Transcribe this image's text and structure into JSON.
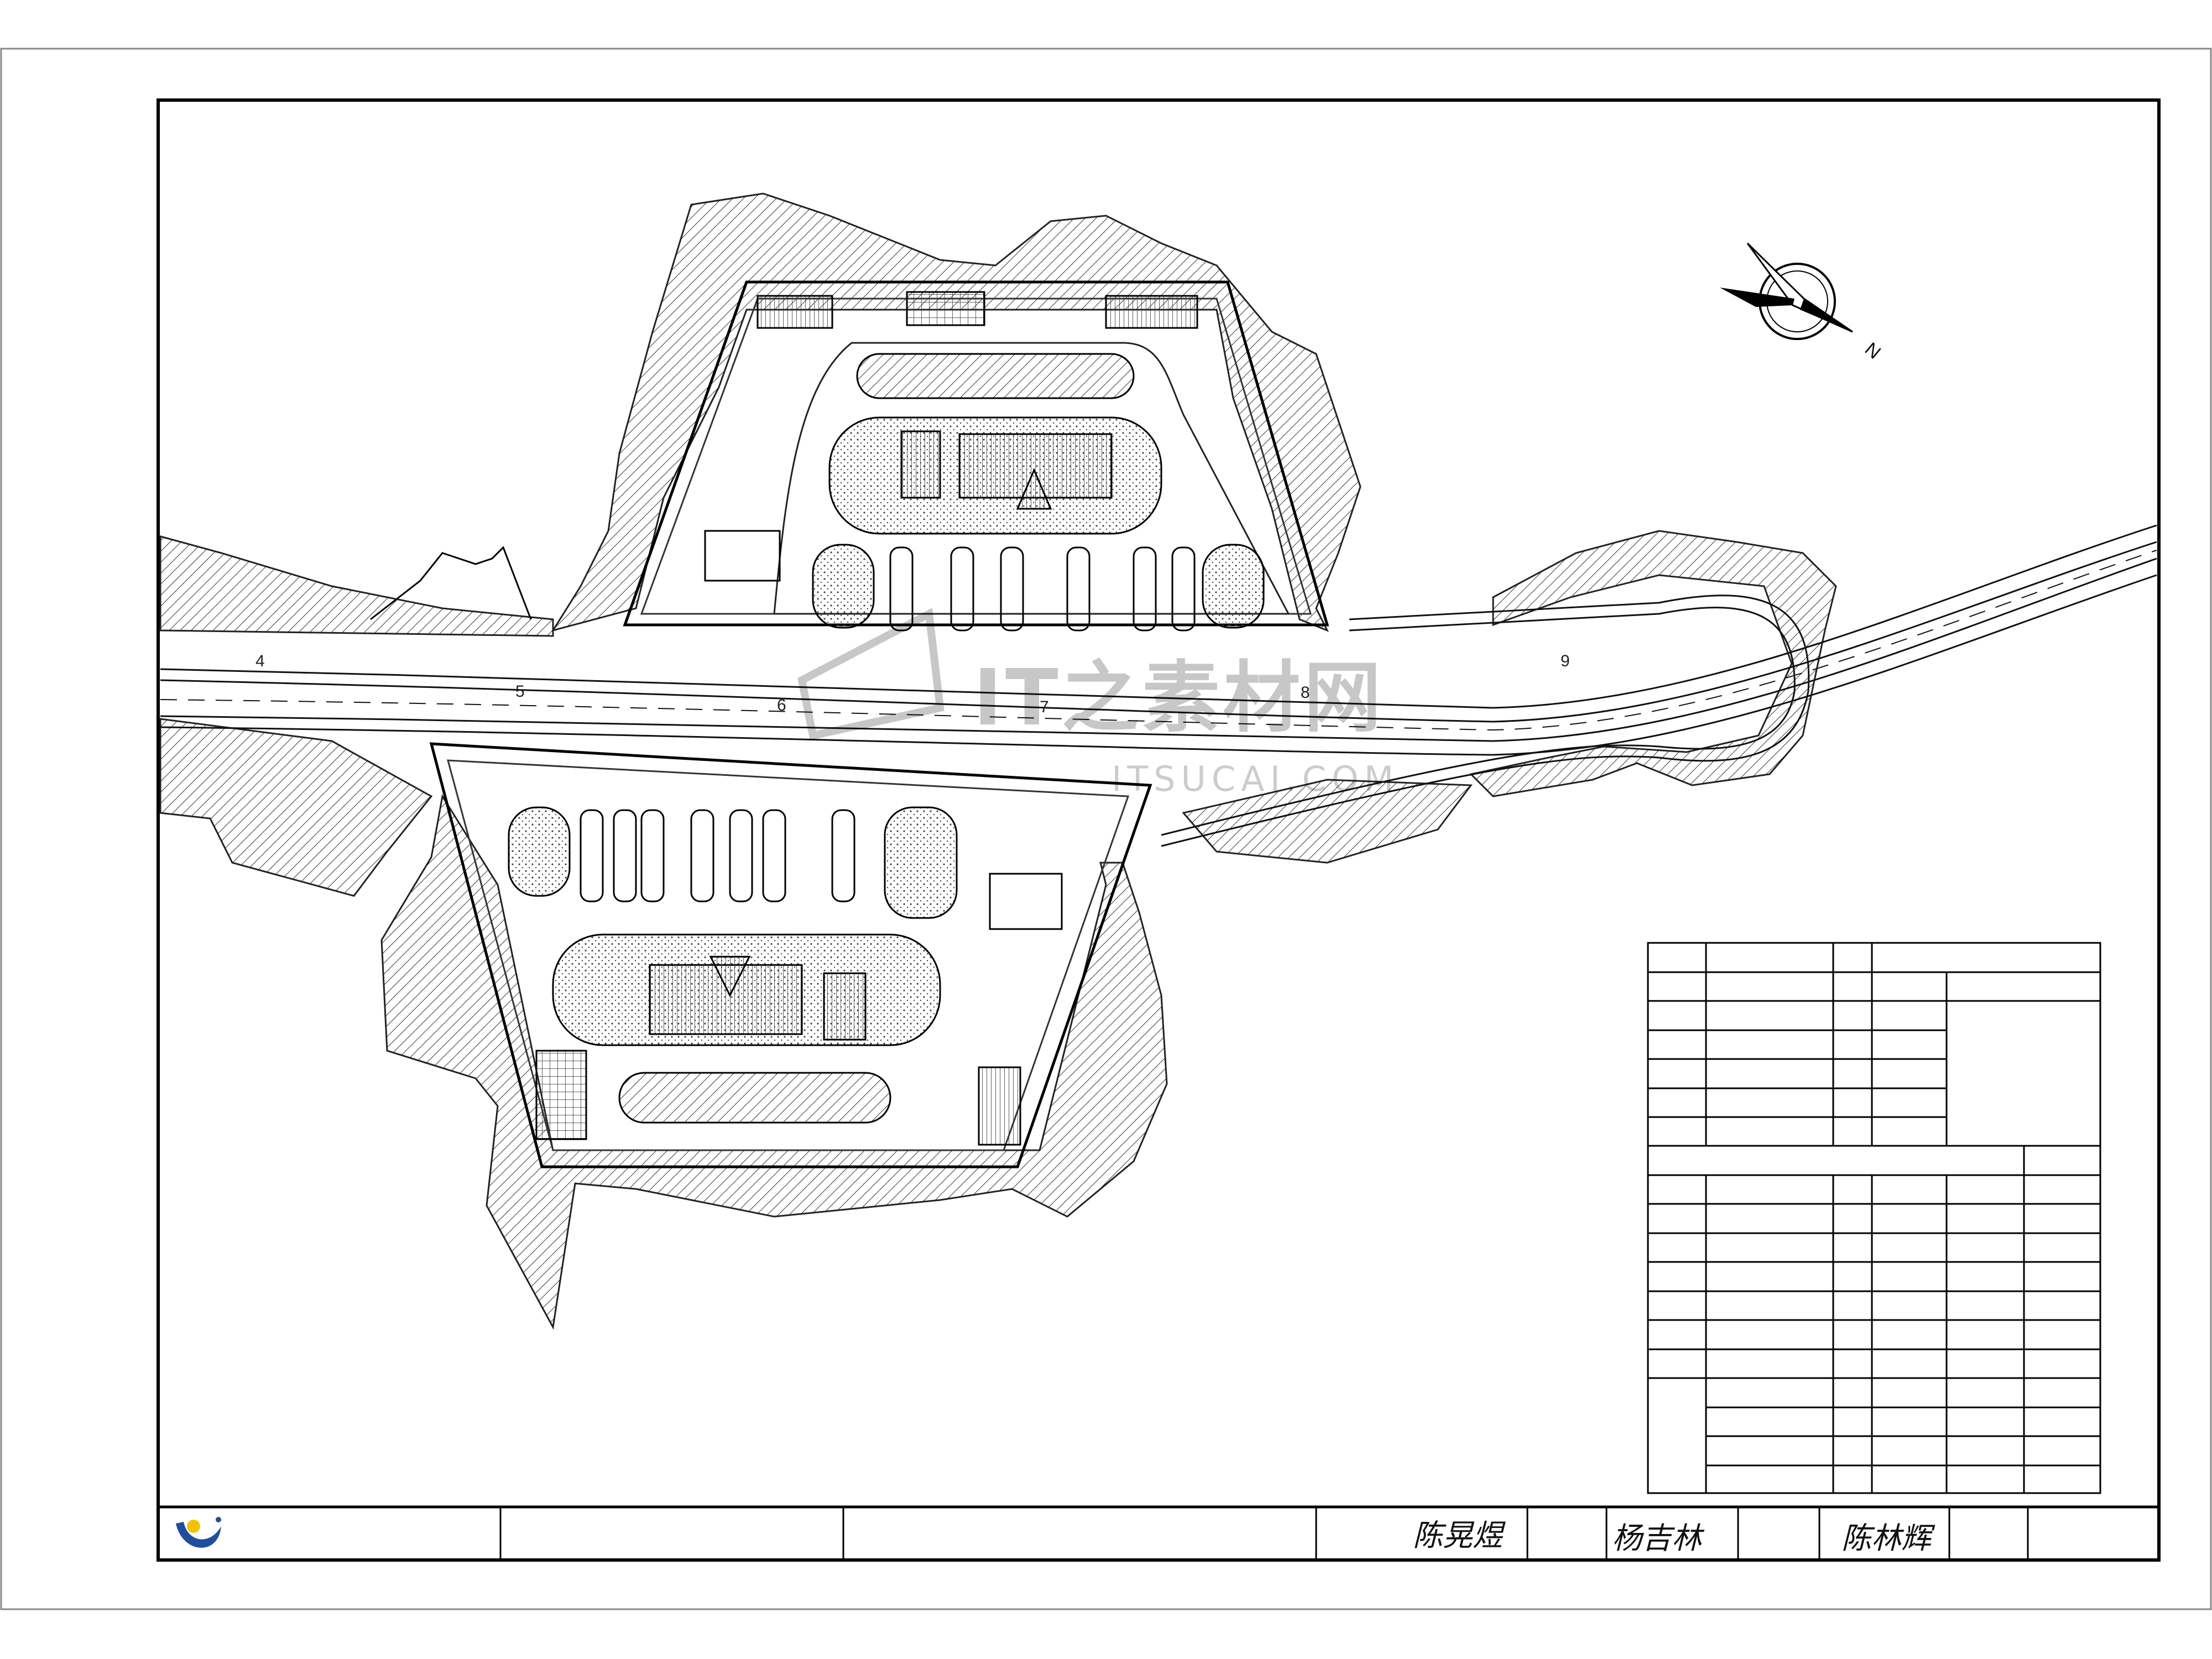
{
  "drawing": {
    "station_marks": [
      "4",
      "5",
      "6",
      "7",
      "8",
      "9"
    ],
    "north_label": "N"
  },
  "watermark": {
    "cn_text": "IT之素材网",
    "en_text": "ITSUCAI.COM"
  },
  "title_block": {
    "signatures": [
      "陈晃煜",
      "杨吉林",
      "陈林辉"
    ]
  },
  "colors": {
    "line": "#111111",
    "logo_blue": "#1f4e9c",
    "logo_yellow": "#f2c200"
  }
}
